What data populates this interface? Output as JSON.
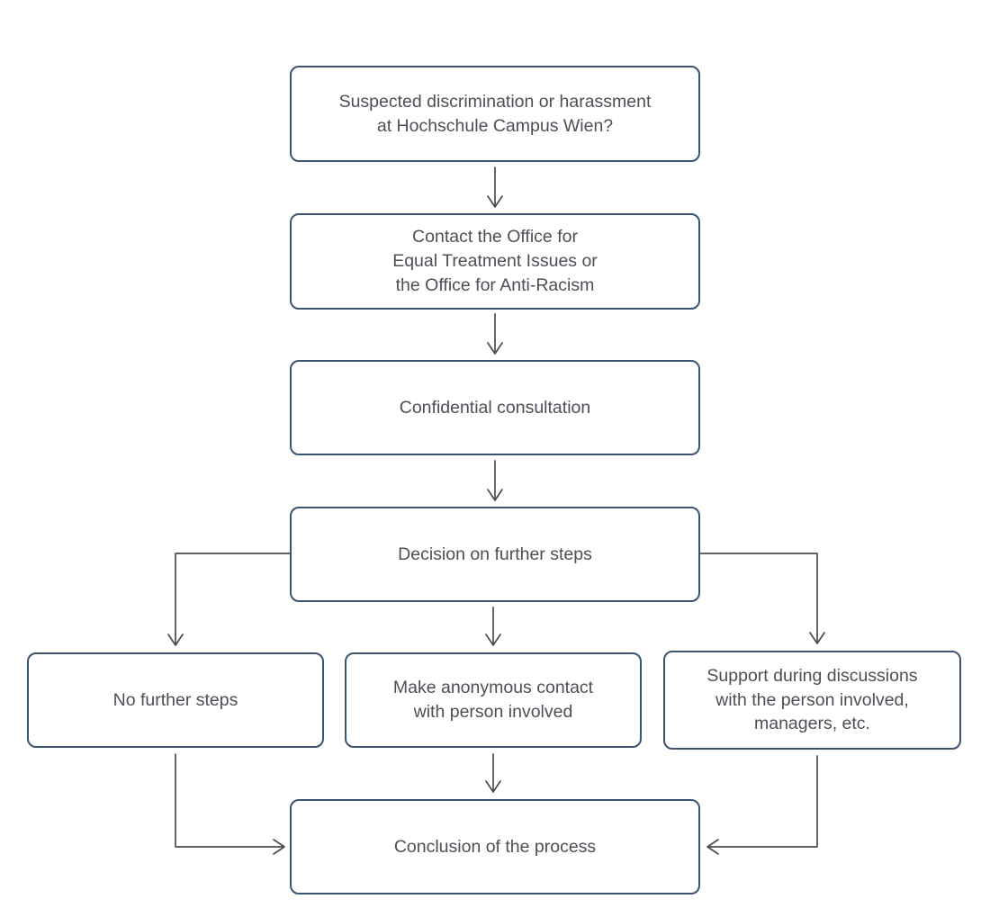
{
  "diagram": {
    "type": "flowchart",
    "nodes": {
      "start": {
        "label": "Suspected discrimination or harassment\nat Hochschule Campus Wien?"
      },
      "contact": {
        "label": "Contact the Office for\nEqual Treatment Issues or\nthe Office for Anti-Racism"
      },
      "consult": {
        "label": "Confidential consultation"
      },
      "decision": {
        "label": "Decision on further steps"
      },
      "nosteps": {
        "label": "No further steps"
      },
      "anon": {
        "label": "Make anonymous contact\nwith person involved"
      },
      "support": {
        "label": "Support during discussions\nwith the person involved,\nmanagers, etc."
      },
      "conclusion": {
        "label": "Conclusion of the process"
      }
    },
    "edges": [
      {
        "from": "start",
        "to": "contact"
      },
      {
        "from": "contact",
        "to": "consult"
      },
      {
        "from": "consult",
        "to": "decision"
      },
      {
        "from": "decision",
        "to": "nosteps"
      },
      {
        "from": "decision",
        "to": "anon"
      },
      {
        "from": "decision",
        "to": "support"
      },
      {
        "from": "nosteps",
        "to": "conclusion"
      },
      {
        "from": "anon",
        "to": "conclusion"
      },
      {
        "from": "support",
        "to": "conclusion"
      }
    ]
  },
  "colors": {
    "box-border": "#3d5470",
    "text": "#4d4f56",
    "arrow": "#4a4c52",
    "bg": "#ffffff"
  }
}
